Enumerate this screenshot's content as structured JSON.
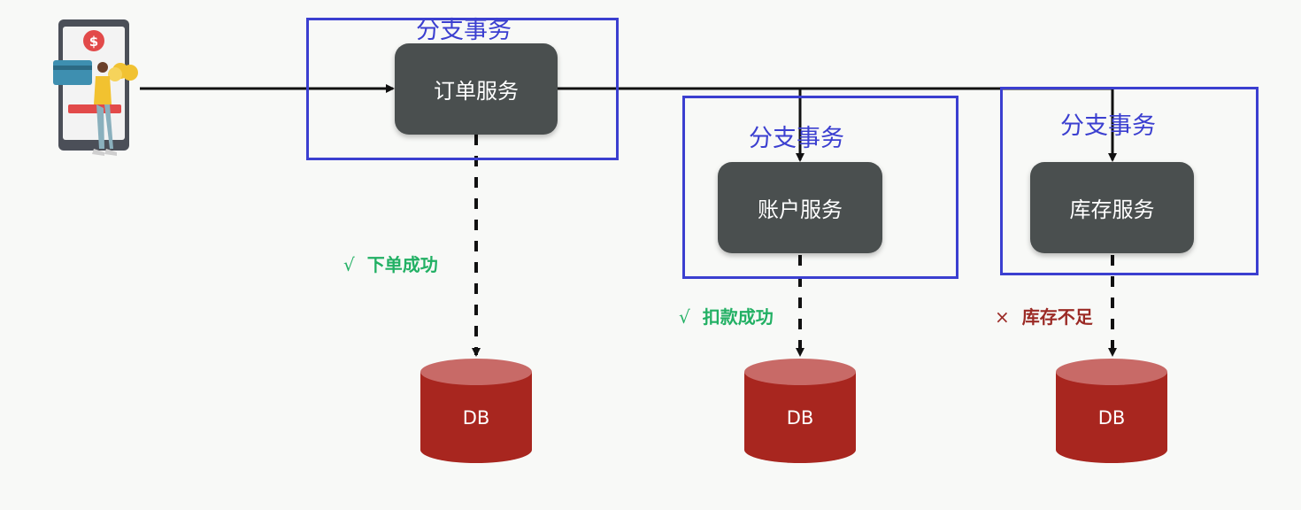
{
  "branch_label": "分支事务",
  "services": {
    "order": "订单服务",
    "account": "账户服务",
    "inventory": "库存服务"
  },
  "status": {
    "order": {
      "mark": "√",
      "text": "下单成功",
      "state": "success"
    },
    "account": {
      "mark": "√",
      "text": "扣款成功",
      "state": "success"
    },
    "inventory": {
      "mark": "×",
      "text": "库存不足",
      "state": "failure"
    }
  },
  "db_label": "DB",
  "colors": {
    "service_box": "#4a4f4f",
    "branch_frame": "#3b3fd0",
    "success": "#22b064",
    "failure": "#9b2a25",
    "database": "#a8261f"
  },
  "icons": {
    "client": "mobile-payment-user-icon"
  }
}
